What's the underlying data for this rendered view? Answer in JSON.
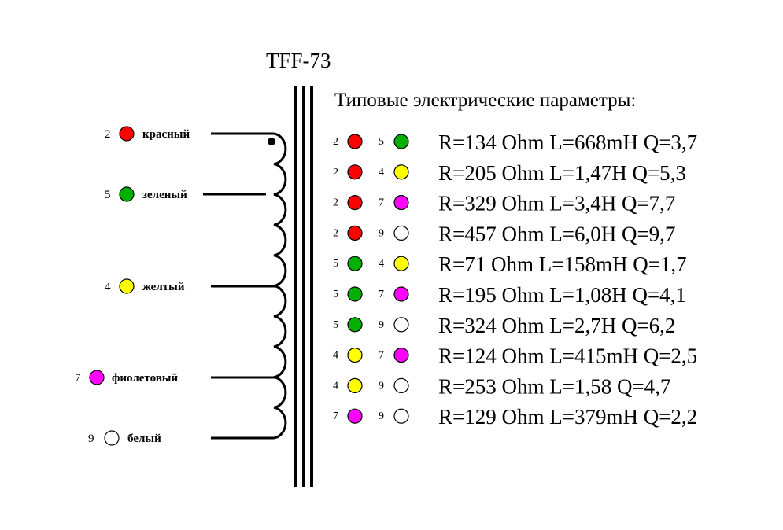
{
  "title": "TFF-73",
  "subtitle": "Типовые электрические параметры:",
  "colors": {
    "2": "#ff0000",
    "5": "#00b000",
    "4": "#ffff00",
    "7": "#ff00ff",
    "9": "#ffffff"
  },
  "taps": [
    {
      "pin": "2",
      "label": "красный"
    },
    {
      "pin": "5",
      "label": "зеленый"
    },
    {
      "pin": "4",
      "label": "желтый"
    },
    {
      "pin": "7",
      "label": "фиолетовый"
    },
    {
      "pin": "9",
      "label": "белый"
    }
  ],
  "params": [
    {
      "a": "2",
      "b": "5",
      "text": "R=134 Ohm L=668mH Q=3,7"
    },
    {
      "a": "2",
      "b": "4",
      "text": "R=205 Ohm L=1,47H Q=5,3"
    },
    {
      "a": "2",
      "b": "7",
      "text": "R=329 Ohm L=3,4H Q=7,7"
    },
    {
      "a": "2",
      "b": "9",
      "text": "R=457 Ohm L=6,0H Q=9,7"
    },
    {
      "a": "5",
      "b": "4",
      "text": "R=71 Ohm L=158mH Q=1,7"
    },
    {
      "a": "5",
      "b": "7",
      "text": "R=195 Ohm L=1,08H Q=4,1"
    },
    {
      "a": "5",
      "b": "9",
      "text": "R=324 Ohm L=2,7H Q=6,2"
    },
    {
      "a": "4",
      "b": "7",
      "text": "R=124 Ohm L=415mH Q=2,5"
    },
    {
      "a": "4",
      "b": "9",
      "text": "R=253 Ohm L=1,58 Q=4,7"
    },
    {
      "a": "7",
      "b": "9",
      "text": "R=129 Ohm L=379mH Q=2,2"
    }
  ]
}
